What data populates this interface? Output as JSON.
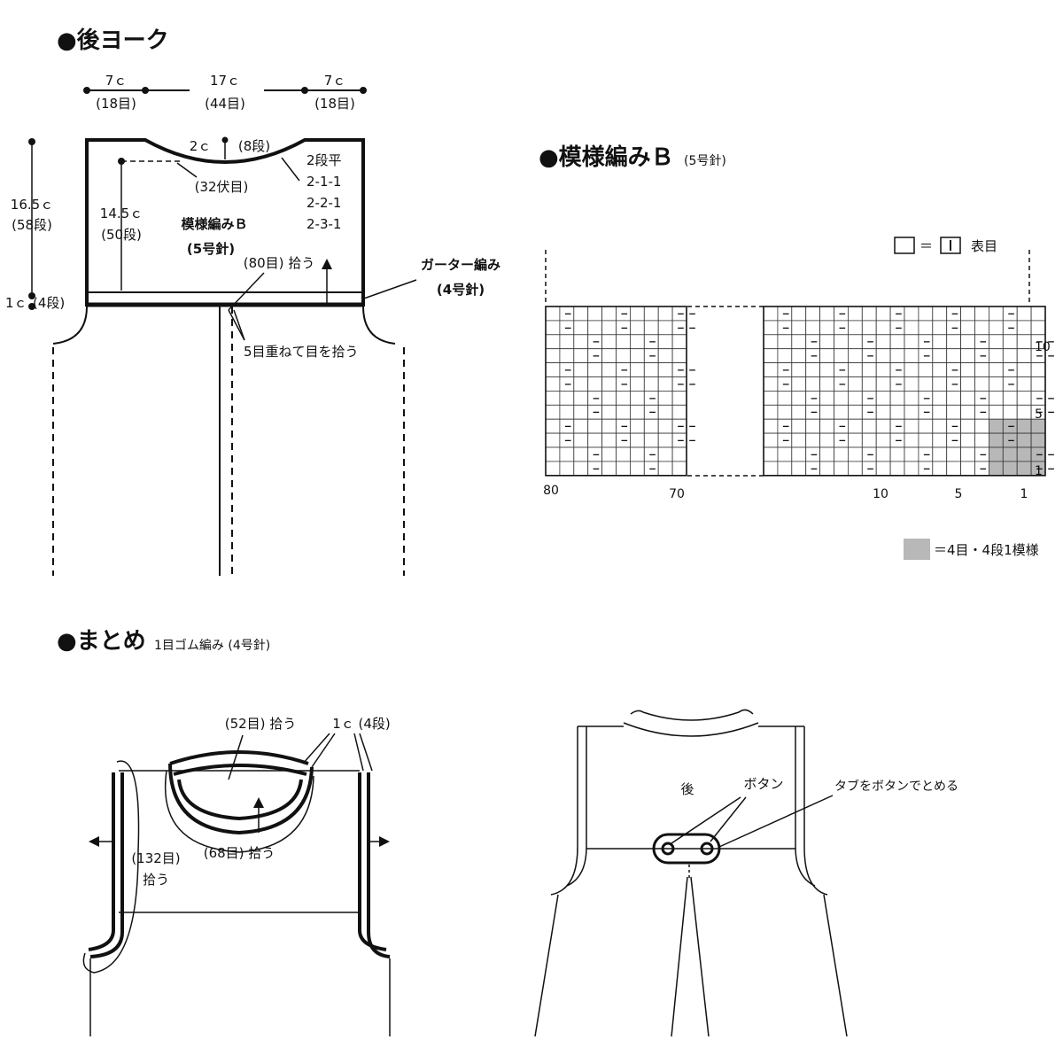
{
  "yoke": {
    "title": "●後ヨーク",
    "width_left": "7ｃ",
    "width_left_st": "(18目)",
    "width_mid": "17ｃ",
    "width_mid_st": "(44目)",
    "width_right": "7ｃ",
    "width_right_st": "(18目)",
    "neck_depth": "2ｃ",
    "neck_depth_rows": "(8段)",
    "neck_bind": "(32伏目)",
    "dec_rule": [
      "2段平",
      "2-1-1",
      "2-2-1",
      "2-3-1"
    ],
    "total_height": "16.5ｃ",
    "total_height_rows": "(58段)",
    "body_height": "14.5ｃ",
    "body_height_rows": "(50段)",
    "pattern_label": "模様編みＢ",
    "pattern_needle": "(5号針)",
    "pickup": "(80目) 拾う",
    "garter_label": "ガーター編み",
    "garter_needle": "(4号針)",
    "garter_height": "1ｃ",
    "garter_rows": "(4段)",
    "overlap_note": "5目重ねて目を拾う"
  },
  "pattern": {
    "title": "●模様編みＢ",
    "needle": "(5号針)",
    "key_knit": "表目",
    "key_purl_symbol": "– –",
    "x_labels": [
      "80",
      "70",
      "10",
      "5",
      "1"
    ],
    "y_labels": [
      "10",
      "5",
      "1"
    ],
    "repeat_note": "＝4目・4段1模様",
    "repeat_color": "#b8b8b8"
  },
  "finishing": {
    "title": "●まとめ",
    "subtitle": "1目ゴム編み (4号針)",
    "neck_pick": "(52目) 拾う",
    "band_height": "1ｃ (4段)",
    "armhole_pick": "(132目)",
    "armhole_pick2": "拾う",
    "neck_pick_inner": "(68目) 拾う"
  },
  "back_view": {
    "back_label": "後",
    "button_label": "ボタン",
    "tab_note": "タブをボタンでとめる"
  }
}
